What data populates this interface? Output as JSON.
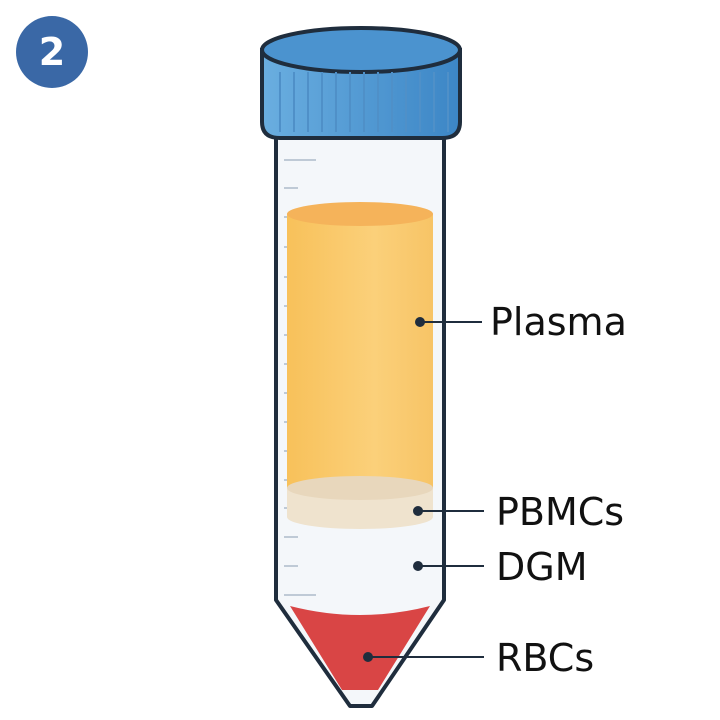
{
  "step_number": "2",
  "layers": [
    {
      "key": "plasma",
      "label": "Plasma",
      "color": "#f9c567"
    },
    {
      "key": "pbmcs",
      "label": "PBMCs",
      "color": "#efe3ce"
    },
    {
      "key": "dgm",
      "label": "DGM",
      "color": "#f1f4f8"
    },
    {
      "key": "rbcs",
      "label": "RBCs",
      "color": "#d94545"
    }
  ],
  "cap_color": "#5b9fd4",
  "tube_outline_color": "#1f2d3d"
}
